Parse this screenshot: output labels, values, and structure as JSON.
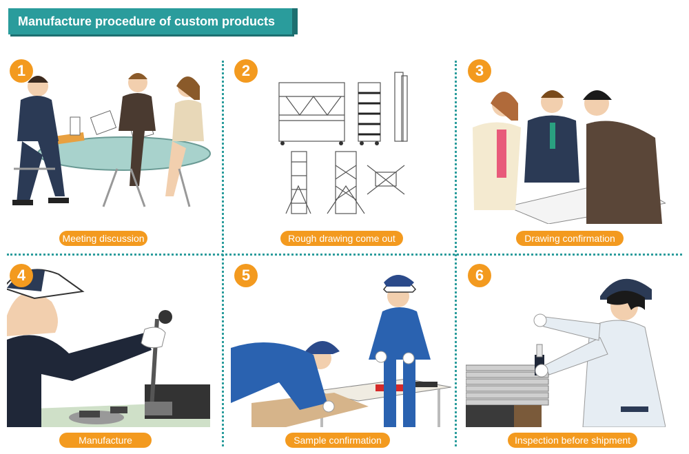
{
  "header": {
    "title": "Manufacture procedure of custom products"
  },
  "steps": [
    {
      "number": "1",
      "label": "Meeting discussion",
      "icon": "meeting-illustration"
    },
    {
      "number": "2",
      "label": "Rough drawing come out",
      "icon": "drawing-illustration"
    },
    {
      "number": "3",
      "label": "Drawing confirmation",
      "icon": "confirmation-illustration"
    },
    {
      "number": "4",
      "label": "Manufacture",
      "icon": "manufacture-illustration"
    },
    {
      "number": "5",
      "label": "Sample confirmation",
      "icon": "sample-illustration"
    },
    {
      "number": "6",
      "label": "Inspection before shipment",
      "icon": "inspection-illustration"
    }
  ],
  "colors": {
    "teal": "#2a9c9c",
    "orange": "#f39a1f",
    "navy": "#2b3a55"
  }
}
